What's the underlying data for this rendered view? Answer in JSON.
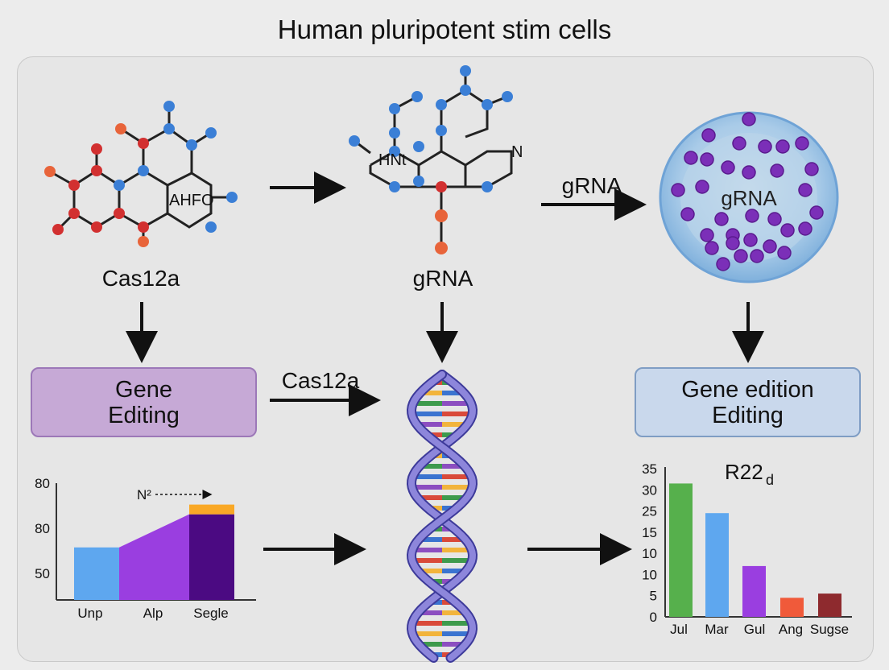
{
  "title": "Human pluripotent stim cells",
  "molecule_left": {
    "label": "Cas12a",
    "atom_text": "AHFO"
  },
  "molecule_middle": {
    "label": "gRNA",
    "atom_text_1": "HNt",
    "atom_text_2": "N"
  },
  "cell": {
    "inner_label": "gRNA"
  },
  "arrow_labels": {
    "top_right": "gRNA",
    "middle": "Cas12a"
  },
  "box_left": {
    "line1": "Gene",
    "line2": "Editing"
  },
  "box_right": {
    "line1": "Gene edition",
    "line2": "Editing"
  },
  "colors": {
    "bar_blue": "#5ea7ef",
    "purple": "#9a3ee0",
    "dark_purple": "#4b0a82",
    "orange": "#f9a826",
    "green": "#56b04c",
    "red_orange": "#f05a3a",
    "dark_red": "#8e2a2e",
    "box_purple": "#c6a9d6",
    "box_blue": "#c9d8ec"
  },
  "chart_data": [
    {
      "type": "area",
      "title": "",
      "annotation": "N²",
      "y_tick_labels": [
        "80",
        "80",
        "50"
      ],
      "categories": [
        "Unp",
        "Alp",
        "Segle"
      ],
      "values": [
        67,
        73,
        84
      ],
      "top_segment": 5
    },
    {
      "type": "bar",
      "title": "R22",
      "title_subscript": "d",
      "categories": [
        "Jul",
        "Mar",
        "Gul",
        "Ang",
        "Sugse"
      ],
      "values": [
        31.5,
        24.5,
        12,
        4.5,
        5.5
      ],
      "y_ticks": [
        "0",
        "5",
        "10",
        "15",
        "20",
        "25",
        "30",
        "35"
      ],
      "y_tick_labels": [
        "0",
        "5",
        "10",
        "10",
        "15",
        "25",
        "30",
        "35"
      ],
      "ylim": [
        0,
        35
      ]
    }
  ]
}
